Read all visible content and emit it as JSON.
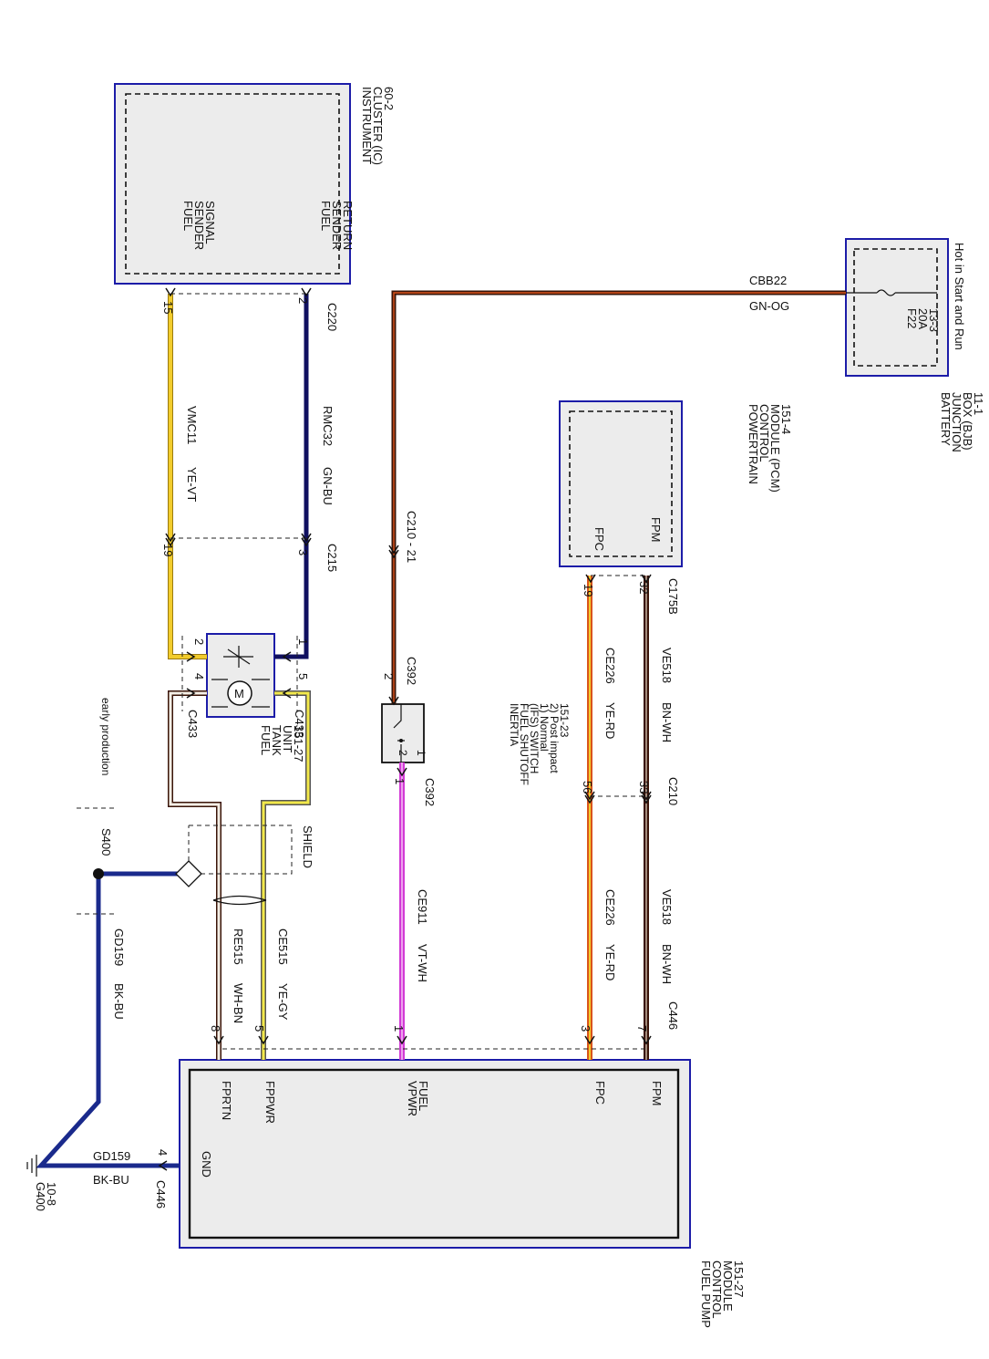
{
  "modules": {
    "ic": {
      "name": [
        "INSTRUMENT",
        "CLUSTER (IC)",
        "60-2"
      ],
      "pin_return": [
        "FUEL",
        "SENDER",
        "RETURN"
      ],
      "pin_signal": [
        "FUEL",
        "SENDER",
        "SIGNAL"
      ]
    },
    "bjb": {
      "note": "Hot in Start and Run",
      "name": [
        "BATTERY",
        "JUNCTION",
        "BOX (BJB)",
        "11-1"
      ],
      "fuse": [
        "F22",
        "20A",
        "13-3"
      ]
    },
    "pcm": {
      "name": [
        "POWERTRAIN",
        "CONTROL",
        "MODULE (PCM)",
        "151-4"
      ],
      "pin_fpm": "FPM",
      "pin_fpc": "FPC"
    },
    "fptu": {
      "name": [
        "FUEL",
        "TANK",
        "UNIT",
        "151-27"
      ],
      "motor": "M"
    },
    "ifs": {
      "name": [
        "INERTIA",
        "FUEL SHUTOFF",
        "(IFS) SWITCH",
        "1) Normal",
        "2) Post impact",
        "151-23"
      ],
      "pin1": "1",
      "pin2": "2"
    },
    "fpcm": {
      "name": [
        "FUEL PUMP",
        "CONTROL",
        "MODULE",
        "151-27"
      ],
      "pin_fpm": "FPM",
      "pin_fpc": "FPC",
      "pin_vpwr": [
        "VPWR",
        "FUEL"
      ],
      "pin_fppwr": "FPPWR",
      "pin_fprtn": "FPRTN",
      "pin_gnd": "GND"
    }
  },
  "connectors": {
    "c220": "C220",
    "c215": "C215",
    "c433": "C433",
    "c392": "C392",
    "c210_21": "C210 - 21",
    "c175b": "C175B",
    "c210": "C210",
    "c446": "C446",
    "shield": "SHIELD",
    "s400": "S400",
    "early": "early production",
    "g400": [
      "G400",
      "10-8"
    ]
  },
  "pins": {
    "ic15": "15",
    "ic2": "2",
    "c215_19": "19",
    "c215_3": "3",
    "fptu1": "1",
    "fptu2": "2",
    "fptu4": "4",
    "fptu5": "5",
    "c392_2": "2",
    "c392_1": "1",
    "c175b_19": "19",
    "c175b_32": "32",
    "c210_56": "56",
    "c210_33": "33",
    "c446_8": "8",
    "c446_5": "5",
    "c446_1": "1",
    "c446_3": "3",
    "c446_7": "7",
    "c446_4": "4"
  },
  "wires": {
    "cbb22": {
      "circuit": "CBB22",
      "color": "GN-OG"
    },
    "vmc11": {
      "circuit": "VMC11",
      "color": "YE-VT"
    },
    "rmc32": {
      "circuit": "RMC32",
      "color": "GN-BU"
    },
    "ve518a": {
      "circuit": "VE518",
      "color": "BN-WH"
    },
    "ce226a": {
      "circuit": "CE226",
      "color": "YE-RD"
    },
    "ve518b": {
      "circuit": "VE518",
      "color": "BN-WH"
    },
    "ce226b": {
      "circuit": "CE226",
      "color": "YE-RD"
    },
    "ce911": {
      "circuit": "CE911",
      "color": "VT-WH"
    },
    "re515": {
      "circuit": "RE515",
      "color": "WH-BN"
    },
    "ce515": {
      "circuit": "CE515",
      "color": "YE-GY"
    },
    "gd159a": {
      "circuit": "GD159",
      "color": "BK-BU"
    },
    "gd159b": {
      "circuit": "GD159",
      "color": "BK-BU"
    }
  },
  "wire_colors": {
    "yellow": "#f2cc2c",
    "navy": "#101060",
    "brown": "#3a1408",
    "orange": "#d9541c",
    "magenta": "#d23ad6",
    "blue": "#1a2a8c"
  }
}
